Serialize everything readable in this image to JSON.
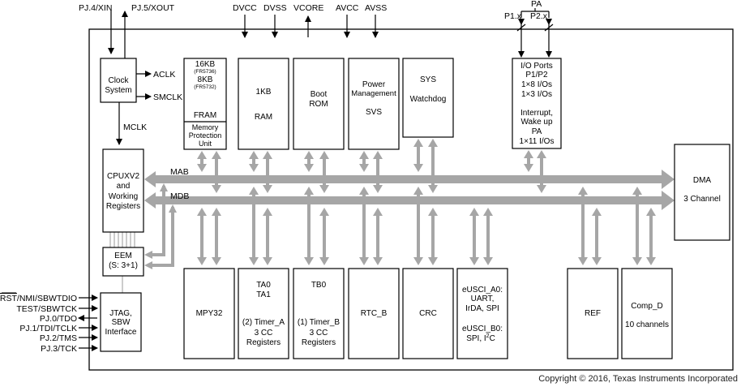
{
  "top_pins": {
    "pj4": "PJ.4/XIN",
    "pj5": "PJ.5/XOUT",
    "dvcc": "DVCC",
    "dvss": "DVSS",
    "vcore": "VCORE",
    "avcc": "AVCC",
    "avss": "AVSS",
    "pa": "PA",
    "p1": "P1.x",
    "p2": "P2.x"
  },
  "left_pins": [
    {
      "label_overline": "RST",
      "label_rest": "/NMI/SBWTDIO"
    },
    {
      "label_overline": "",
      "label_rest": "TEST/SBWTCK"
    },
    {
      "label_overline": "",
      "label_rest": "PJ.0/TDO"
    },
    {
      "label_overline": "",
      "label_rest": "PJ.1/TDI/TCLK"
    },
    {
      "label_overline": "",
      "label_rest": "PJ.2/TMS"
    },
    {
      "label_overline": "",
      "label_rest": "PJ.3/TCK"
    }
  ],
  "clock": {
    "line1": "Clock",
    "line2": "System",
    "aclk": "ACLK",
    "smclk": "SMCLK",
    "mclk": "MCLK"
  },
  "fram": {
    "l1": "16KB",
    "l2": "(FR5736)",
    "l3": "8KB",
    "l4": "(FR5732)",
    "l5": "FRAM",
    "mpu1": "Memory",
    "mpu2": "Protection",
    "mpu3": "Unit"
  },
  "ram": {
    "l1": "1KB",
    "l2": "RAM"
  },
  "boot": {
    "l1": "Boot",
    "l2": "ROM"
  },
  "power": {
    "l1": "Power",
    "l2": "Management",
    "l3": "SVS"
  },
  "sys": {
    "l1": "SYS",
    "l2": "Watchdog"
  },
  "io": {
    "l1": "I/O Ports",
    "l2": "P1/P2",
    "l3": "1×8 I/Os",
    "l4": "1×3 I/Os",
    "l5": "Interrupt,",
    "l6": "Wake up",
    "l7": "PA",
    "l8": "1×11 I/Os"
  },
  "cpu": {
    "l1": "CPUXV2",
    "l2": "and",
    "l3": "Working",
    "l4": "Registers"
  },
  "bus": {
    "mab": "MAB",
    "mdb": "MDB"
  },
  "eem": {
    "l1": "EEM",
    "l2": "(S: 3+1)"
  },
  "jtag": {
    "l1": "JTAG,",
    "l2": "SBW",
    "l3": "Interface"
  },
  "mpy": {
    "l1": "MPY32"
  },
  "ta0": {
    "l1": "TA0",
    "l2": "TA1",
    "l3": "(2) Timer_A",
    "l4": "3 CC",
    "l5": "Registers"
  },
  "tb0": {
    "l1": "TB0",
    "l2": "(1) Timer_B",
    "l3": "3 CC",
    "l4": "Registers"
  },
  "rtc": {
    "l1": "RTC_B"
  },
  "crc": {
    "l1": "CRC"
  },
  "eusci": {
    "l1": "eUSCI_A0:",
    "l2": "UART,",
    "l3": "IrDA, SPI",
    "l4": "eUSCI_B0:",
    "l5_main": "SPI, I",
    "l5_sup": "2",
    "l5_end": "C"
  },
  "ref": {
    "l1": "REF"
  },
  "comp": {
    "l1": "Comp_D",
    "l2": "10 channels"
  },
  "dma": {
    "l1": "DMA",
    "l2": "3 Channel"
  },
  "copyright": "Copyright © 2016, Texas Instruments Incorporated"
}
